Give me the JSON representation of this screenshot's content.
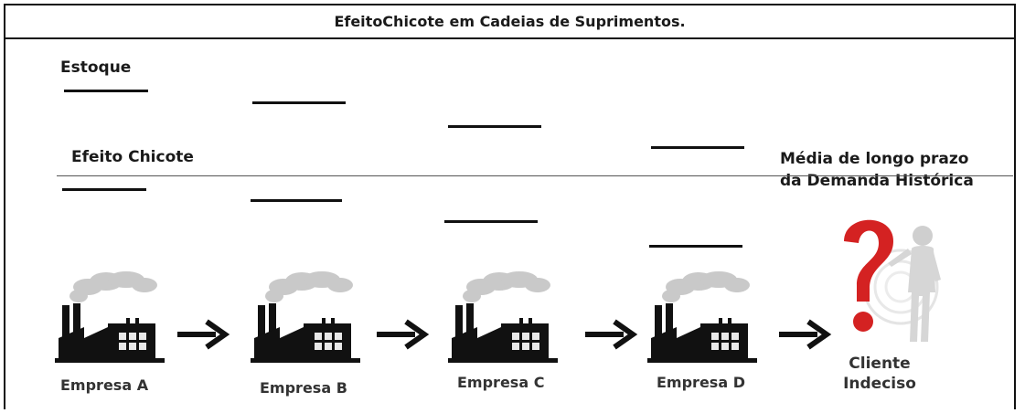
{
  "title": "EfeitoChicote em Cadeias de Suprimentos.",
  "labels": {
    "estoque": "Estoque",
    "efeito_chicote": "Efeito Chicote",
    "media_line1": "Média de longo prazo",
    "media_line2": "da Demanda Histórica"
  },
  "companies": [
    "Empresa A",
    "Empresa B",
    "Empresa C",
    "Empresa D"
  ],
  "client": {
    "line1": "Cliente",
    "line2": "Indeciso"
  },
  "icons": {
    "factory": "factory-icon",
    "arrow": "arrow-right-icon",
    "client": "question-person-icon"
  },
  "colors": {
    "question_mark": "#d42222",
    "text": "#1a1a1a"
  }
}
